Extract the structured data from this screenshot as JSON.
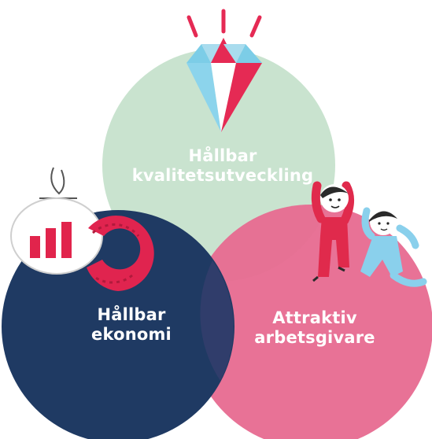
{
  "diagram": {
    "type": "venn",
    "circles": [
      {
        "id": "quality",
        "lines": [
          "Hållbar",
          "kvalitetsutveckling"
        ],
        "color": "#c9e3cf"
      },
      {
        "id": "economy",
        "lines": [
          "Hållbar",
          "ekonomi"
        ],
        "color": "#1f3a63"
      },
      {
        "id": "employer",
        "lines": [
          "Attraktiv",
          "arbetsgivare"
        ],
        "color": "#e76c92"
      }
    ]
  },
  "colors": {
    "diamond_red": "#e52a54",
    "diamond_blue": "#7ccde7",
    "figure_red": "#e02a4c",
    "figure_blue": "#8ad0ec",
    "ornament_red": "#e1244c"
  },
  "icons": [
    "diamond-icon",
    "ornament-icon",
    "bar-chart-icon",
    "wreath-icon",
    "red-figure-icon",
    "blue-figure-icon"
  ]
}
